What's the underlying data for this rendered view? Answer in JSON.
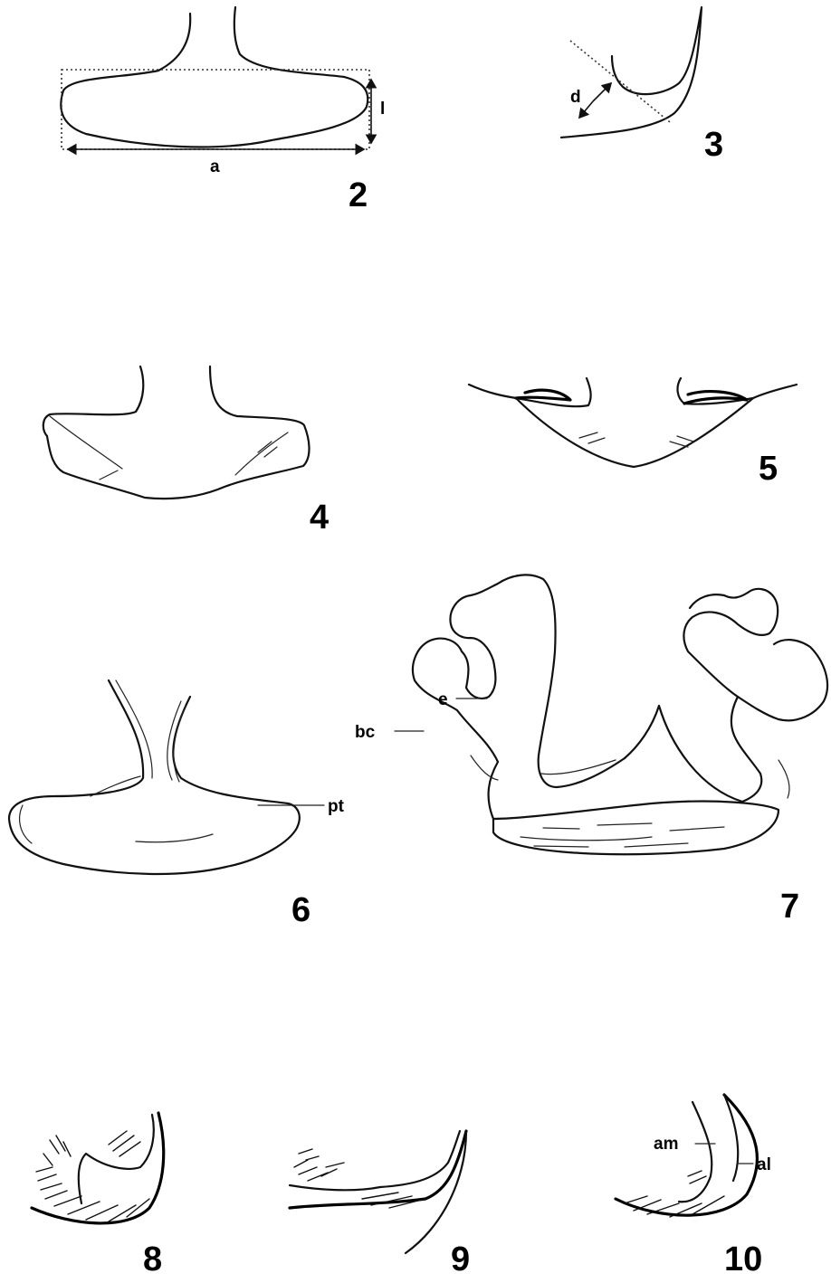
{
  "figures": [
    {
      "number": "2",
      "labels": {
        "width": "a",
        "length": "l"
      }
    },
    {
      "number": "3",
      "labels": {
        "depth": "d"
      }
    },
    {
      "number": "4"
    },
    {
      "number": "5"
    },
    {
      "number": "6",
      "labels": {
        "pt": "pt"
      }
    },
    {
      "number": "7",
      "labels": {
        "e": "e",
        "bc": "bc"
      }
    },
    {
      "number": "8"
    },
    {
      "number": "9"
    },
    {
      "number": "10",
      "labels": {
        "am": "am",
        "al": "al"
      }
    }
  ]
}
